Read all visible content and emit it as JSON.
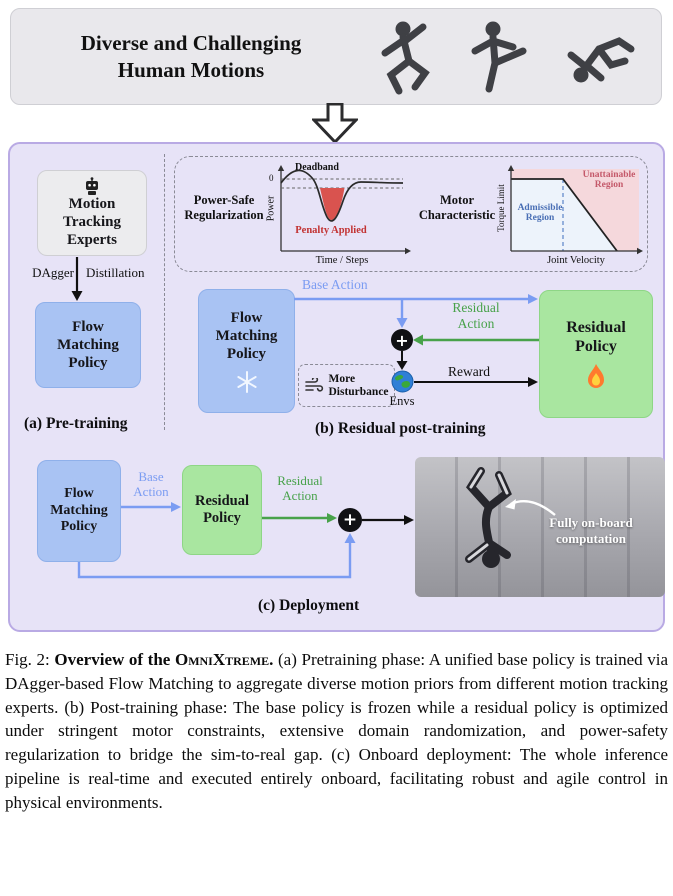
{
  "symbols": {
    "plus": "+"
  },
  "header": {
    "title": "Diverse and Challenging\nHuman Motions"
  },
  "pretraining": {
    "experts": "Motion\nTracking\nExperts",
    "dagger": "DAgger",
    "distillation": "Distillation",
    "flow_policy": "Flow\nMatching\nPolicy",
    "label": "(a) Pre-training"
  },
  "regularization": {
    "power_safe": "Power-Safe\nRegularization",
    "power_axis": "Power",
    "zero": "0",
    "deadband": "Deadband",
    "penalty": "Penalty Applied",
    "time_axis": "Time / Steps",
    "motor": "Motor\nCharacteristic",
    "torque_axis": "Torque Limit",
    "velocity_axis": "Joint Velocity",
    "unattainable": "Unattainable\nRegion",
    "admissible": "Admissible\nRegion"
  },
  "posttraining": {
    "flow_policy": "Flow\nMatching\nPolicy",
    "base_action": "Base Action",
    "residual_action": "Residual\nAction",
    "more_disturbance": "More\nDisturbance",
    "envs": "Envs",
    "reward": "Reward",
    "residual_policy": "Residual\nPolicy",
    "label": "(b) Residual post-training"
  },
  "deployment": {
    "flow_policy": "Flow\nMatching\nPolicy",
    "base_action": "Base\nAction",
    "residual_policy": "Residual\nPolicy",
    "residual_action": "Residual\nAction",
    "onboard": "Fully on-board\ncomputation",
    "label": "(c) Deployment"
  },
  "caption": {
    "fig": "Fig. 2:",
    "intro": "Overview of the",
    "brand": "OmniXtreme",
    "period": ".",
    "body": "(a) Pretraining phase: A unified base policy is trained via DAgger-based Flow Matching to aggregate diverse motion priors from different motion tracking experts. (b) Post-training phase: The base policy is frozen while a residual policy is optimized under stringent motor constraints, extensive domain randomization, and power-safety regularization to bridge the sim-to-real gap. (c) Onboard deployment: The whole inference pipeline is real-time and executed entirely onboard, facilitating robust and agile control in physical environments."
  }
}
